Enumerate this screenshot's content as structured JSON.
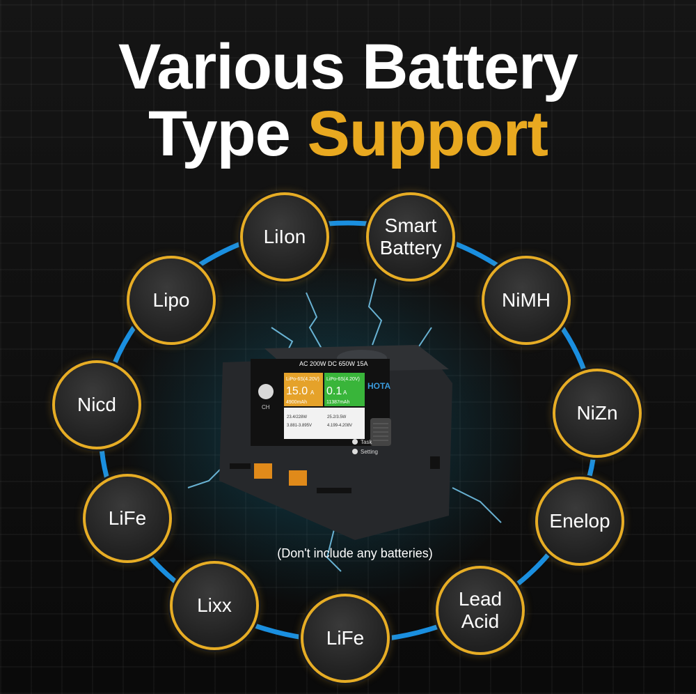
{
  "headline": {
    "line1": "Various Battery",
    "line2_prefix": "Type",
    "line2_accent": "Support"
  },
  "colors": {
    "accent": "#e9a920",
    "ring": "#1a8fe0",
    "bubble_border": "#e7ad25"
  },
  "battery_types": [
    "LiIon",
    "Smart\nBattery",
    "NiMH",
    "NiZn",
    "Enelop",
    "Lead\nAcid",
    "LiFe",
    "Lixx",
    "LiFe",
    "Nicd",
    "Lipo"
  ],
  "charger": {
    "spec": "AC 200W  DC 650W 15A",
    "brand": "HOTA",
    "ch1": {
      "type": "LiPo-6S(4.20V)",
      "current": "15.0",
      "unit": "A",
      "capacity": "4900mAh",
      "power": "23.4/228W",
      "cells": "3.881-3.895V"
    },
    "ch2": {
      "type": "LiPo-6S(4.20V)",
      "current": "0.1",
      "unit": "A",
      "capacity": "11387mAh",
      "power": "25.2/3.5W",
      "cells": "4.199-4.208V"
    },
    "btn_ch": "CH",
    "btn_task": "Task",
    "btn_setting": "Setting"
  },
  "note": "(Don't include any batteries)"
}
